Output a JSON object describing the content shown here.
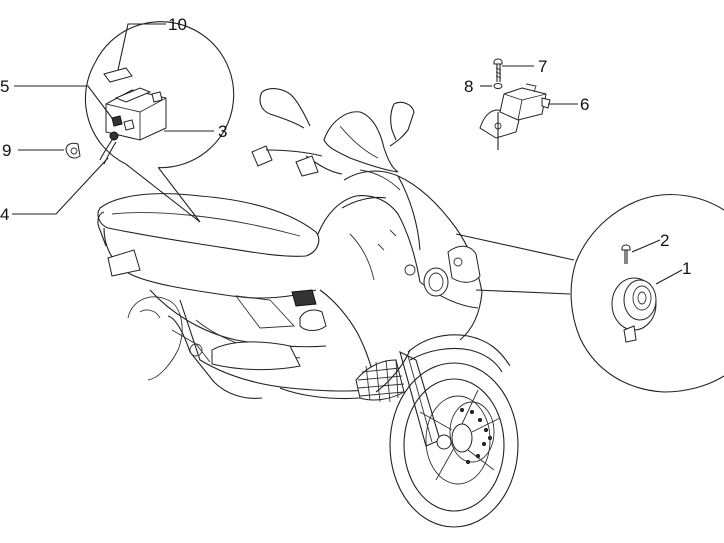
{
  "diagram": {
    "callouts": [
      {
        "id": "label-1",
        "text": "1"
      },
      {
        "id": "label-2",
        "text": "2"
      },
      {
        "id": "label-3",
        "text": "3"
      },
      {
        "id": "label-4",
        "text": "4"
      },
      {
        "id": "label-5",
        "text": "5"
      },
      {
        "id": "label-6",
        "text": "6"
      },
      {
        "id": "label-7",
        "text": "7"
      },
      {
        "id": "label-8",
        "text": "8"
      },
      {
        "id": "label-9",
        "text": "9"
      },
      {
        "id": "label-10",
        "text": "10"
      }
    ]
  }
}
